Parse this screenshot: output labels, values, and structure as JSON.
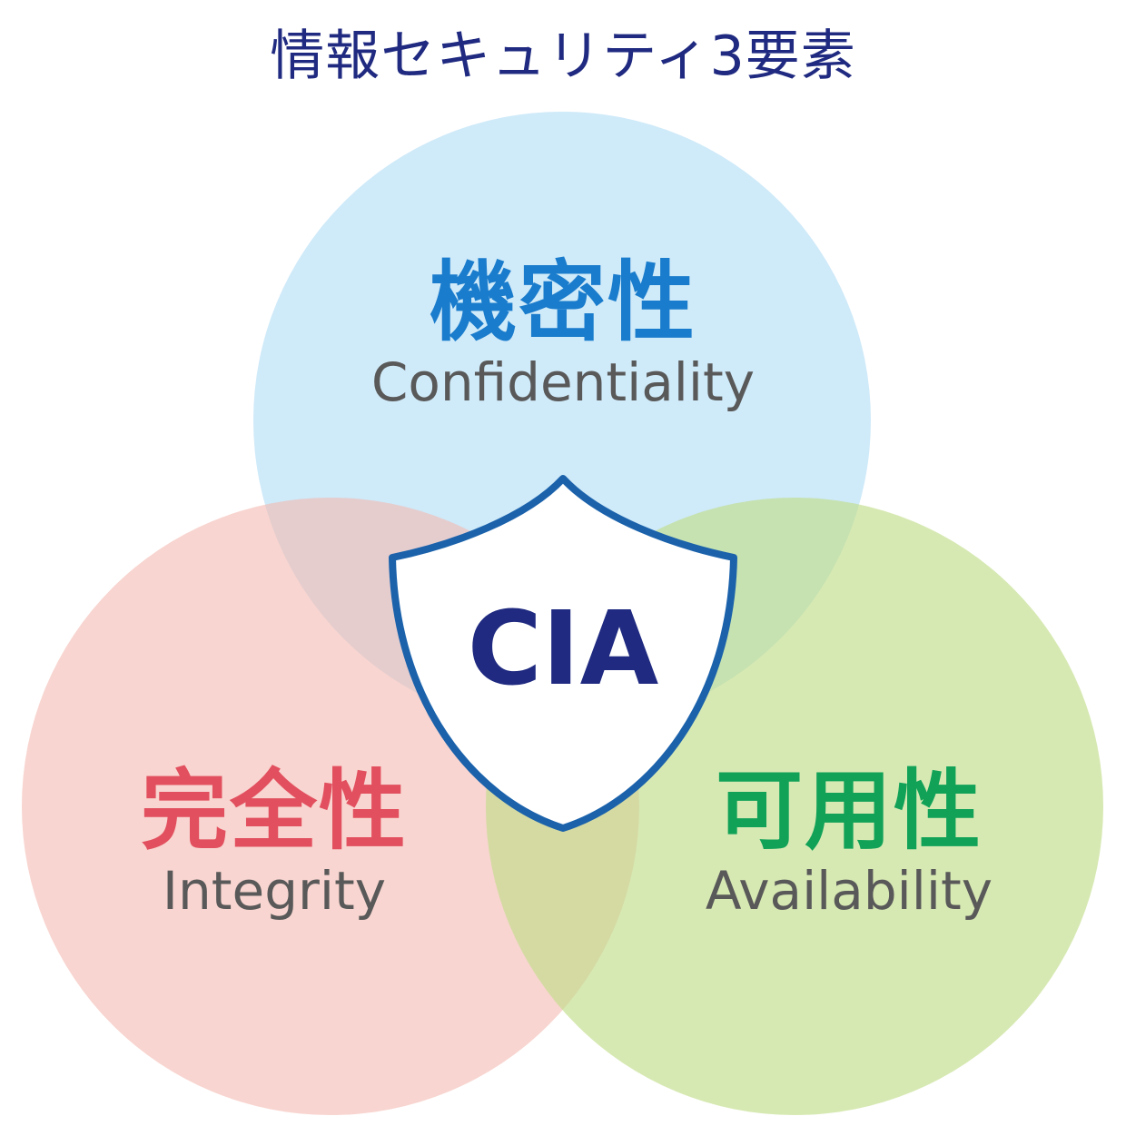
{
  "title": "情報セキュリティ3要素",
  "center_label": "CIA",
  "elements": [
    {
      "key": "confidentiality",
      "jp": "機密性",
      "en": "Confidentiality",
      "color": "#1a7ccc",
      "circle_color": "#cde9f9"
    },
    {
      "key": "integrity",
      "jp": "完全性",
      "en": "Integrity",
      "color": "#e24f5e",
      "circle_color": "#f5c9c3"
    },
    {
      "key": "availability",
      "jp": "可用性",
      "en": "Availability",
      "color": "#11a258",
      "circle_color": "#cde3a3"
    }
  ],
  "colors": {
    "title": "#1f2a80",
    "shield_border": "#1b62ab",
    "shield_fill": "#ffffff",
    "center_text": "#1f2a80",
    "english_text": "#595959"
  }
}
